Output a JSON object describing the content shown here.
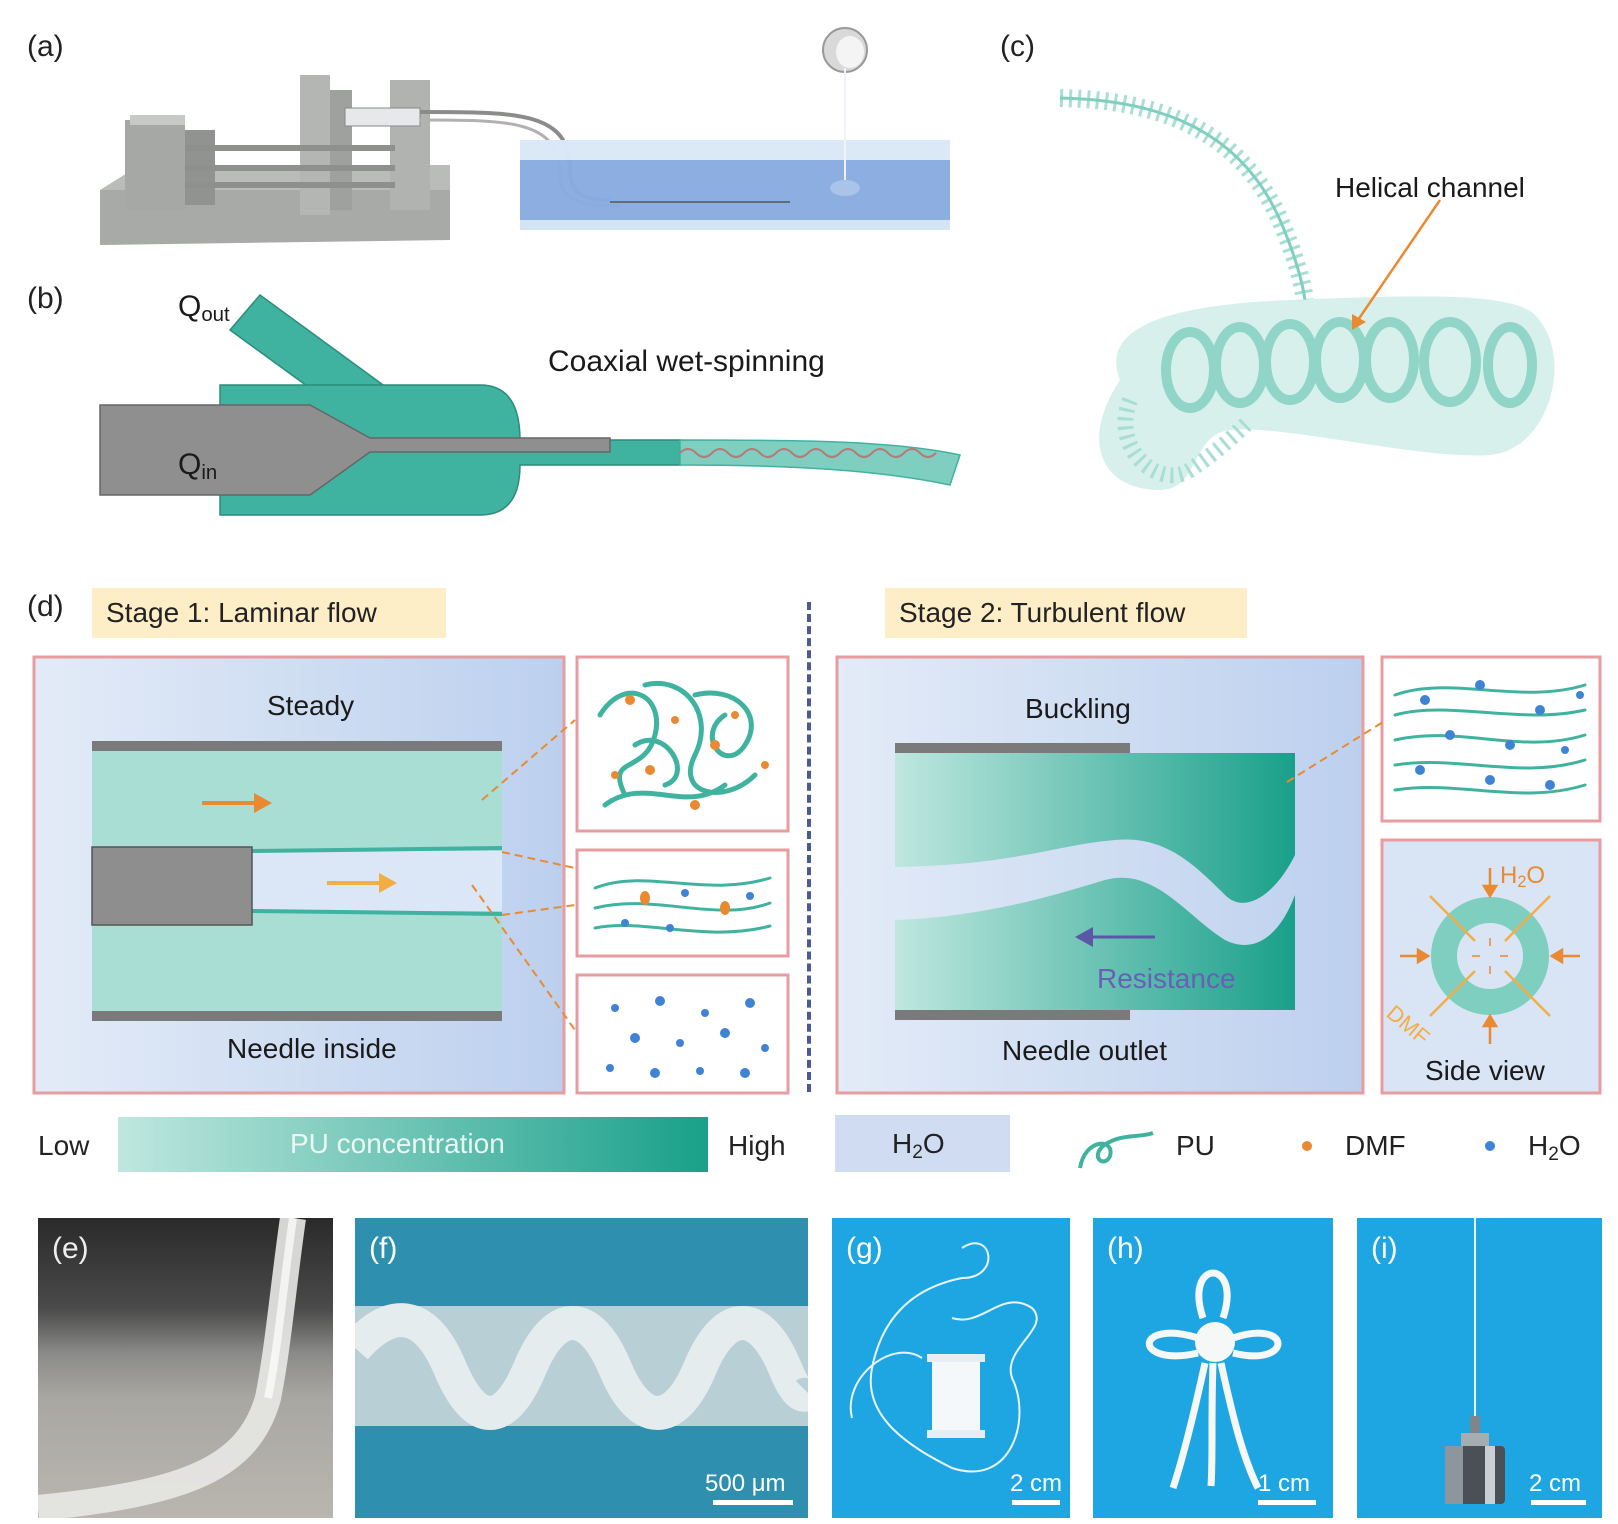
{
  "panels": {
    "a": "(a)",
    "b": "(b)",
    "c": "(c)",
    "d": "(d)",
    "e": "(e)",
    "f": "(f)",
    "g": "(g)",
    "h": "(h)",
    "i": "(i)"
  },
  "panel_b": {
    "q_out": "Q",
    "q_out_sub": "out",
    "q_in": "Q",
    "q_in_sub": "in",
    "title": "Coaxial wet-spinning"
  },
  "panel_c": {
    "helical_channel": "Helical channel"
  },
  "panel_d": {
    "stage1": "Stage 1: Laminar flow",
    "stage2": "Stage 2: Turbulent flow",
    "steady": "Steady",
    "needle_inside": "Needle inside",
    "buckling": "Buckling",
    "needle_outlet": "Needle outlet",
    "resistance": "Resistance",
    "side_view": "Side view",
    "h2o_main": "H",
    "h2o_sub": "2",
    "h2o_end": "O",
    "dmf": "DMF"
  },
  "legend": {
    "low": "Low",
    "pu_concentration": "PU concentration",
    "high": "High",
    "h2o_box": "H",
    "h2o_box_sub": "2",
    "h2o_box_end": "O",
    "pu": "PU",
    "dmf": "DMF",
    "h2o": "H",
    "h2o_sub": "2",
    "h2o_end": "O"
  },
  "photos": {
    "f_scale": "500 μm",
    "g_scale": "2 cm",
    "h_scale": "1 cm",
    "i_scale": "2 cm"
  },
  "colors": {
    "teal": "#3fb39f",
    "teal_light": "#a8ded3",
    "blue_bg": "#cfdcf1",
    "frame": "#e79ca0",
    "orange": "#e98a33",
    "stage_bg": "#fdeec7",
    "photo_blue": "#1ea6e2"
  }
}
